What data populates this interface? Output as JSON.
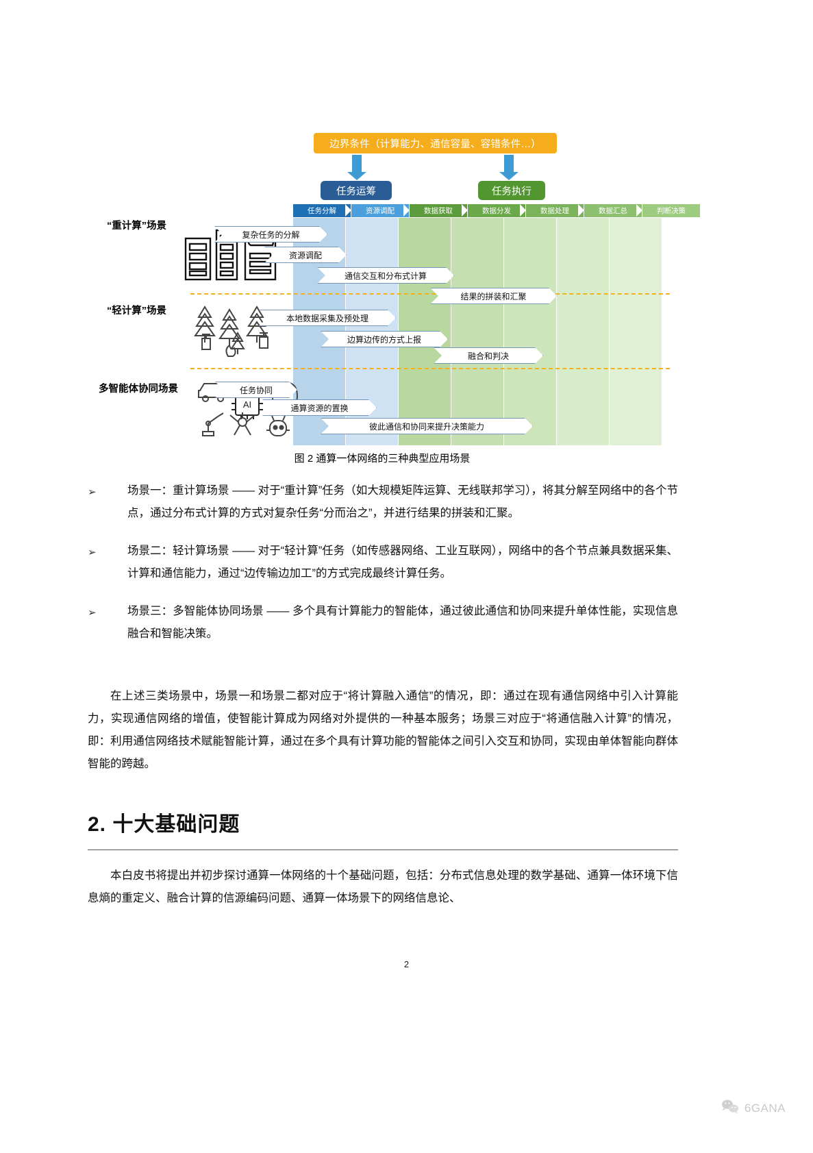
{
  "figure": {
    "boundary_condition": "边界条件（计算能力、通信容量、容错条件…）",
    "roles": [
      {
        "label": "任务运筹",
        "color": "#2a5d96"
      },
      {
        "label": "任务执行",
        "color": "#52962f"
      }
    ],
    "pipeline": [
      "任务分解",
      "资源调配",
      "数据获取",
      "数据分发",
      "数据处理",
      "数据汇总",
      "判断决策"
    ],
    "scenario_labels": [
      "“重计算”场景",
      "“轻计算”场景",
      "多智能体协同场景"
    ],
    "callouts": [
      "复杂任务的分解",
      "资源调配",
      "通信交互和分布式计算",
      "结果的拼装和汇聚",
      "本地数据采集及预处理",
      "边算边传的方式上报",
      "融合和判决",
      "任务协同",
      "通算资源的置换",
      "彼此通信和协同来提升决策能力"
    ],
    "caption": "图 2 通算一体网络的三种典型应用场景",
    "accent_orange": "#f5ad1c",
    "accent_blue": "#3e9bd4",
    "divider_color": "#f5b01c"
  },
  "bullets": [
    {
      "marker": "➢",
      "text": "场景一：重计算场景 —— 对于“重计算”任务（如大规模矩阵运算、无线联邦学习），将其分解至网络中的各个节点，通过分布式计算的方式对复杂任务“分而治之”，并进行结果的拼装和汇聚。"
    },
    {
      "marker": "➢",
      "text": "场景二：轻计算场景 —— 对于“轻计算”任务（如传感器网络、工业互联网），网络中的各个节点兼具数据采集、计算和通信能力，通过“边传输边加工”的方式完成最终计算任务。"
    },
    {
      "marker": "➢",
      "text": "场景三：多智能体协同场景 —— 多个具有计算能力的智能体，通过彼此通信和协同来提升单体性能，实现信息融合和智能决策。"
    }
  ],
  "paragraphs": {
    "p1": "在上述三类场景中，场景一和场景二都对应于“将计算融入通信”的情况，即：通过在现有通信网络中引入计算能力，实现通信网络的增值，使智能计算成为网络对外提供的一种基本服务；场景三对应于“将通信融入计算”的情况，即：利用通信网络技术赋能智能计算，通过在多个具有计算功能的智能体之间引入交互和协同，实现由单体智能向群体智能的跨越。",
    "p2": "本白皮书将提出并初步探讨通算一体网络的十个基础问题，包括：分布式信息处理的数学基础、通算一体环境下信息熵的重定义、融合计算的信源编码问题、通算一体场景下的网络信息论、"
  },
  "section": {
    "heading": "2. 十大基础问题"
  },
  "footer": {
    "page_number": "2",
    "watermark_text": "6GANA",
    "watermark_icon": "wechat-icon"
  }
}
